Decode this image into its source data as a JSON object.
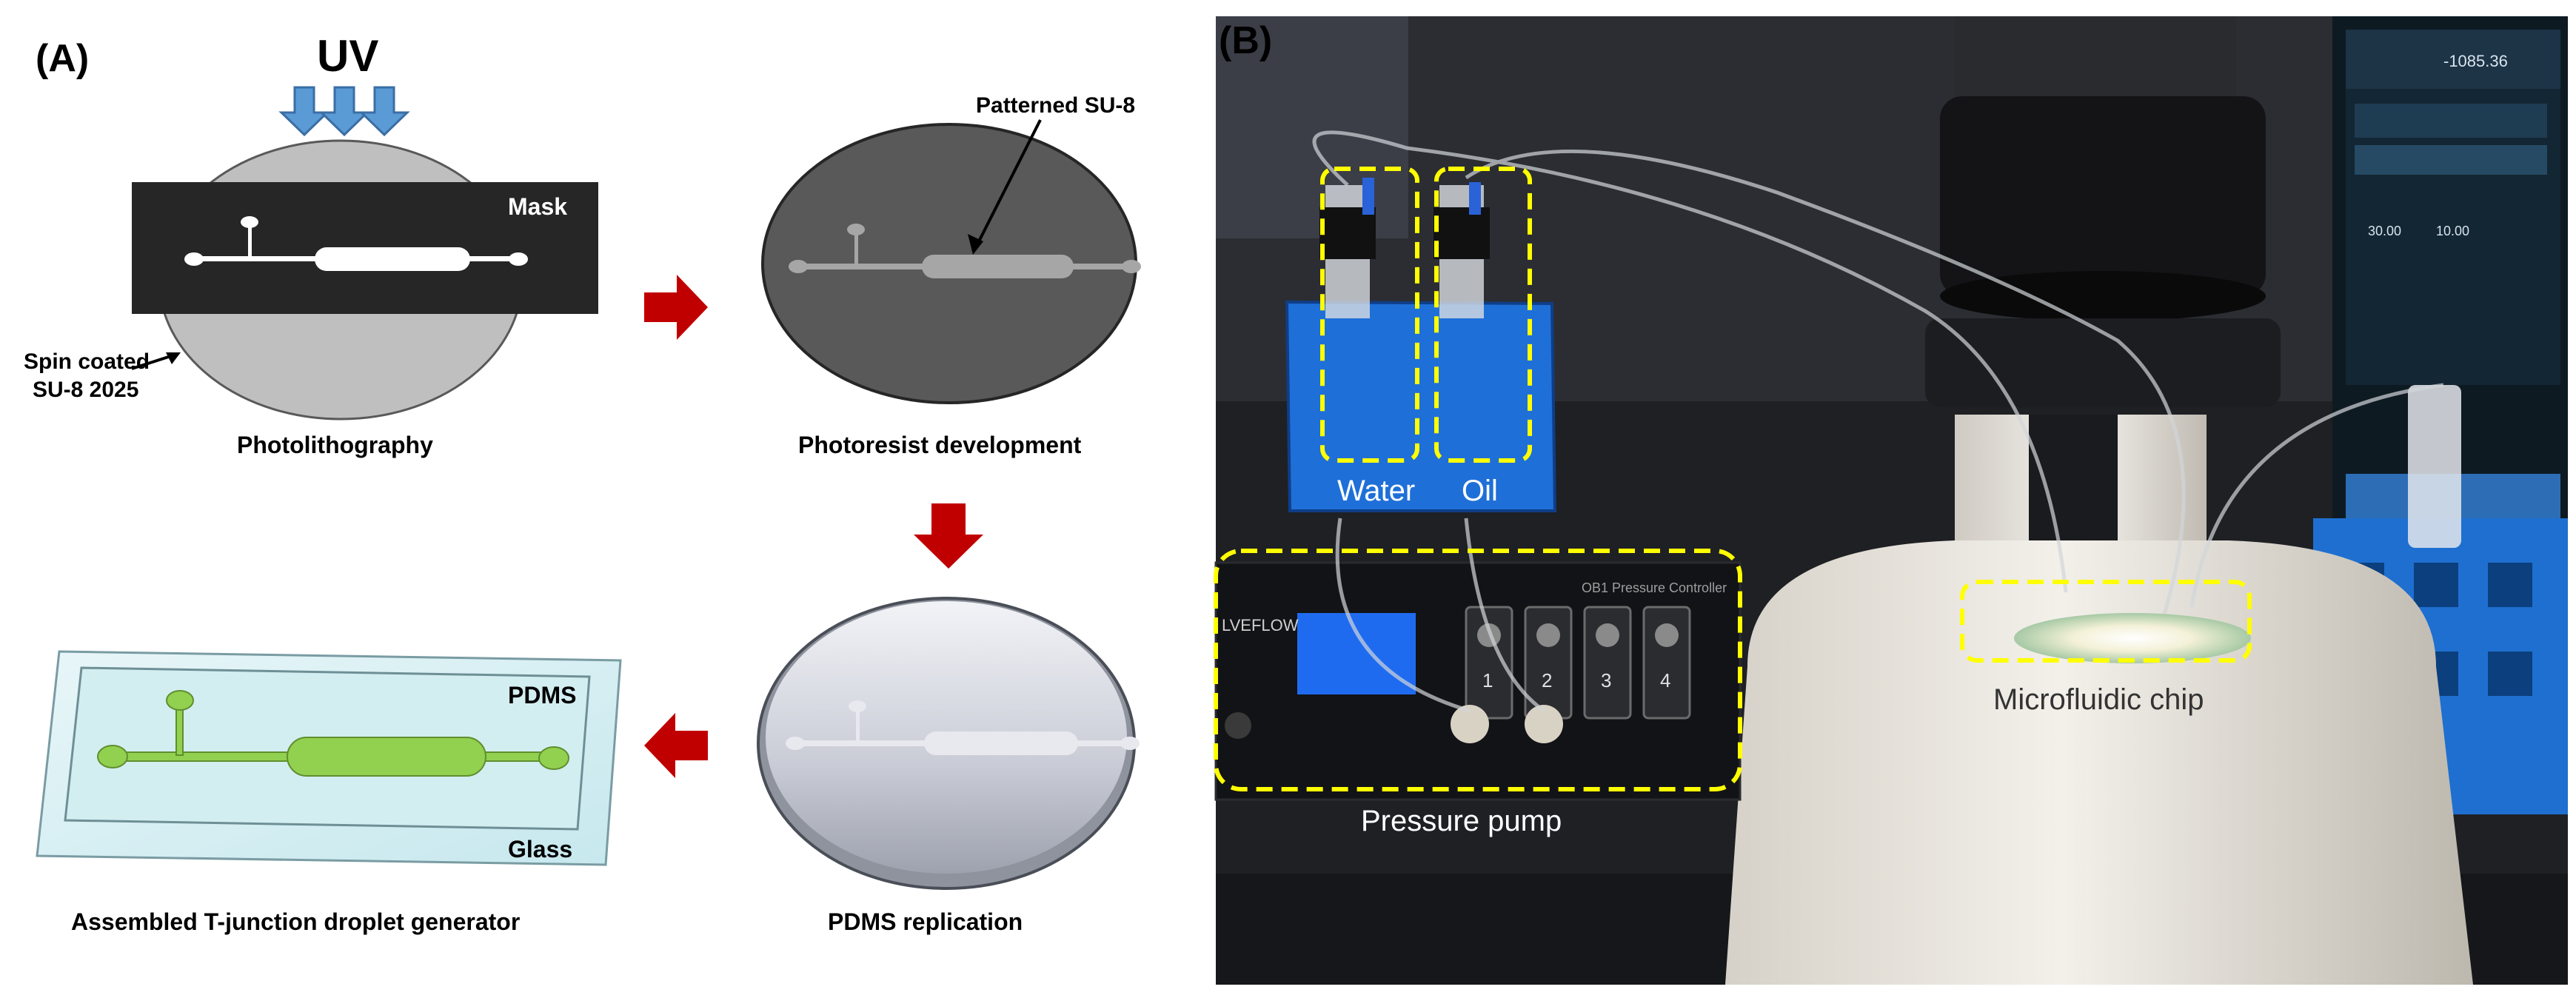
{
  "panel_a": {
    "label": "(A)",
    "uv": "UV",
    "mask": "Mask",
    "spin_coated_line1": "Spin coated",
    "spin_coated_line2": "SU-8 2025",
    "photolithography": "Photolithography",
    "patterned_su8": "Patterned SU-8",
    "photoresist_development": "Photoresist development",
    "pdms_replication": "PDMS replication",
    "pdms": "PDMS",
    "glass": "Glass",
    "assembled": "Assembled  T-junction droplet generator"
  },
  "panel_b": {
    "label": "(B)",
    "water": "Water",
    "oil": "Oil",
    "pressure_pump": "Pressure pump",
    "microfluidic_chip": "Microfluidic chip",
    "pump_brand": "LVEFLOW",
    "pump_model": "OB1 Pressure Controller",
    "channels": [
      "1",
      "2",
      "3",
      "4"
    ],
    "monitor_values": [
      "-1085.36",
      "30.00",
      "10.00"
    ]
  },
  "colors": {
    "arrow_red": "#C00000",
    "uv_blue": "#5B9BD5",
    "highlight_yellow": "#FFFF00",
    "channel_green": "#92D050"
  }
}
